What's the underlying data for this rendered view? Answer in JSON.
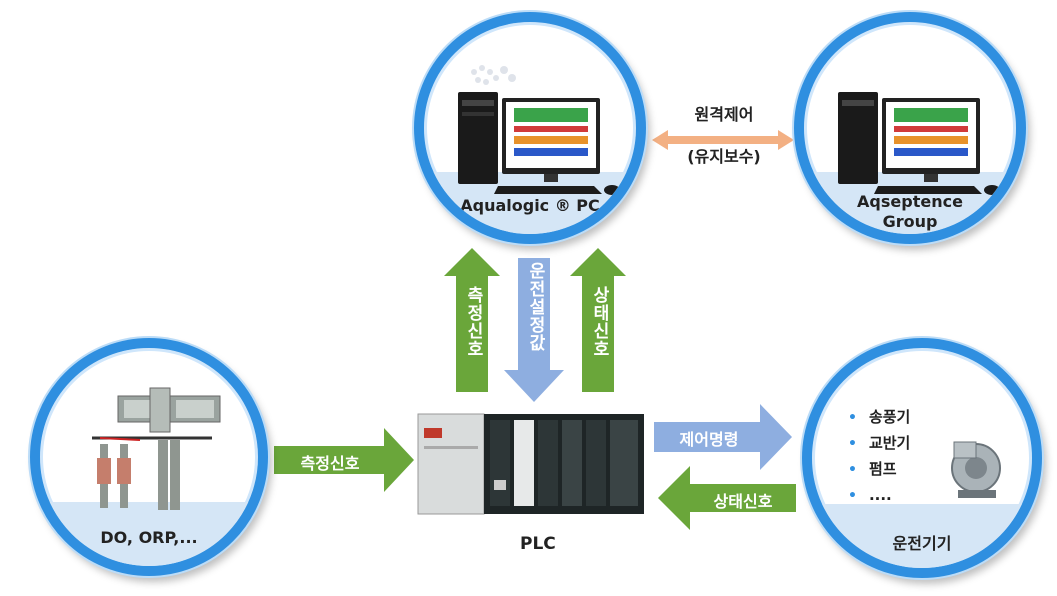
{
  "nodes": {
    "aqualogic_pc": {
      "label": "Aqualogic ® PC"
    },
    "aqseptence": {
      "label_line1": "Aqseptence",
      "label_line2": "Group"
    },
    "sensors": {
      "label": "DO,  ORP,..."
    },
    "equipment": {
      "label": "운전기기",
      "items": [
        "송풍기",
        "교반기",
        "펌프",
        "...."
      ]
    },
    "plc": {
      "label": "PLC"
    }
  },
  "arrows": {
    "remote_control": {
      "line1": "원격제어",
      "line2": "(유지보수)"
    },
    "measure_up": "측정신호",
    "setpoint_down": "운전설정값",
    "status_up": "상태신호",
    "measure_right": "측정신호",
    "control_command": "제어명령",
    "status_left": "상태신호"
  },
  "colors": {
    "circle_border": "#2f8fe0",
    "band": "#d5e6f6",
    "green_arrow": "#6aa63a",
    "blue_arrow": "#8eaee0",
    "orange_arrow": "#f3b083"
  }
}
